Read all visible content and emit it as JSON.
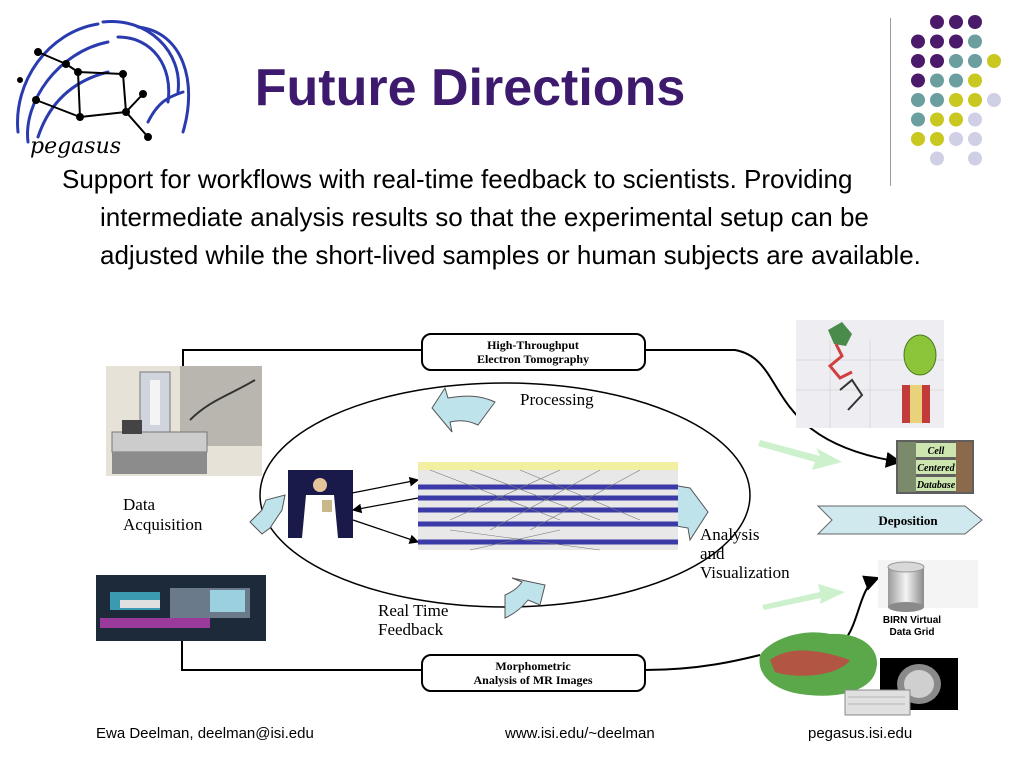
{
  "slide": {
    "title": "Future Directions",
    "bullet": "Support for workflows with real-time feedback to scientists. Providing intermediate analysis results so that the experimental setup can be adjusted while the short-lived samples or human subjects are available.",
    "logo_text": "pegasus"
  },
  "diagram": {
    "box_top_line1": "High-Throughput",
    "box_top_line2": "Electron Tomography",
    "processing": "Processing",
    "data_acq_line1": "Data",
    "data_acq_line2": "Acquisition",
    "analysis_line1": "Analysis",
    "analysis_line2": "and",
    "analysis_line3": "Visualization",
    "rtf_line1": "Real Time",
    "rtf_line2": "Feedback",
    "box_bottom_line1": "Morphometric",
    "box_bottom_line2": "Analysis of MR Images",
    "deposition": "Deposition",
    "db_line1": "Cell",
    "db_line2": "Centered",
    "db_line3": "Database",
    "birn_line1": "BIRN Virtual",
    "birn_line2": "Data Grid"
  },
  "footer": {
    "author": "Ewa Deelman, deelman@isi.edu",
    "url": "www.isi.edu/~deelman",
    "site": "pegasus.isi.edu"
  },
  "colors": {
    "title": "#3d1a6e",
    "dot_purple": "#4b1a6b",
    "dot_teal": "#6b9e9e",
    "dot_yellow": "#c8c820",
    "dot_lavender": "#cfcfe6"
  }
}
